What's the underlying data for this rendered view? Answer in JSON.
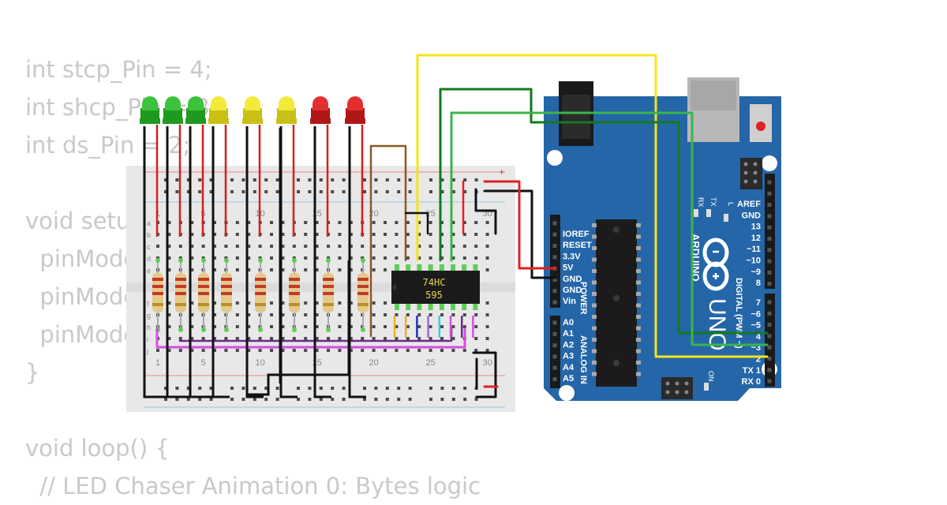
{
  "code_lines": [
    "int stcp_Pin = 4;",
    "int shcp_Pin = 3;",
    "int ds_Pin = 2;",
    "",
    "void setup() {",
    "  pinMode(stcp_Pin, OUTPUT);",
    "  pinMode(shcp_Pin, OUTPUT);",
    "  pinMode(ds_Pin, OUTPUT);",
    "}",
    "",
    "void loop() {",
    "  // LED Chaser Animation 0: Bytes logic"
  ],
  "breadboard": {
    "plus_sign": "+",
    "column_labels": [
      "1",
      "5",
      "10",
      "15",
      "20",
      "25",
      "30"
    ],
    "row_labels_top": [
      "a",
      "b",
      "c",
      "d",
      "e"
    ],
    "row_labels_bottom": [
      "f",
      "g",
      "h",
      "i",
      "j"
    ]
  },
  "chip": {
    "line1": "74HC",
    "line2": "595"
  },
  "leds": [
    {
      "color": "green"
    },
    {
      "color": "green"
    },
    {
      "color": "green"
    },
    {
      "color": "yellow"
    },
    {
      "color": "yellow"
    },
    {
      "color": "yellow"
    },
    {
      "color": "red"
    },
    {
      "color": "red"
    }
  ],
  "arduino": {
    "brand": "ARDUINO",
    "model": "UNO",
    "power_header_title": "POWER",
    "analog_header_title": "ANALOG IN",
    "digital_header_title": "DIGITAL (PWM ~)",
    "power_pins": [
      "IOREF",
      "RESET",
      "3.3V",
      "5V",
      "GND",
      "GND",
      "Vin"
    ],
    "analog_pins": [
      "A0",
      "A1",
      "A2",
      "A3",
      "A4",
      "A5"
    ],
    "digital_pins_top": [
      "AREF",
      "GND",
      "13",
      "12",
      "~11",
      "~10",
      "~9",
      "8"
    ],
    "digital_pins_bottom": [
      "7",
      "~6",
      "~5",
      "4",
      "~3",
      "2",
      "TX 1",
      "RX 0"
    ],
    "led_labels": [
      "TX",
      "RX",
      "L",
      "ON"
    ]
  },
  "colors": {
    "board": "#2466a8",
    "breadboard": "#e8e8e8",
    "wire_yellow": "#f5e41a",
    "wire_darkgreen": "#137a1b",
    "wire_green": "#3ab54a",
    "wire_brown": "#8a5a1e",
    "wire_magenta": "#d44ee0",
    "wire_purple": "#6a2a8a",
    "wire_black": "#111111",
    "wire_red": "#e02020"
  }
}
